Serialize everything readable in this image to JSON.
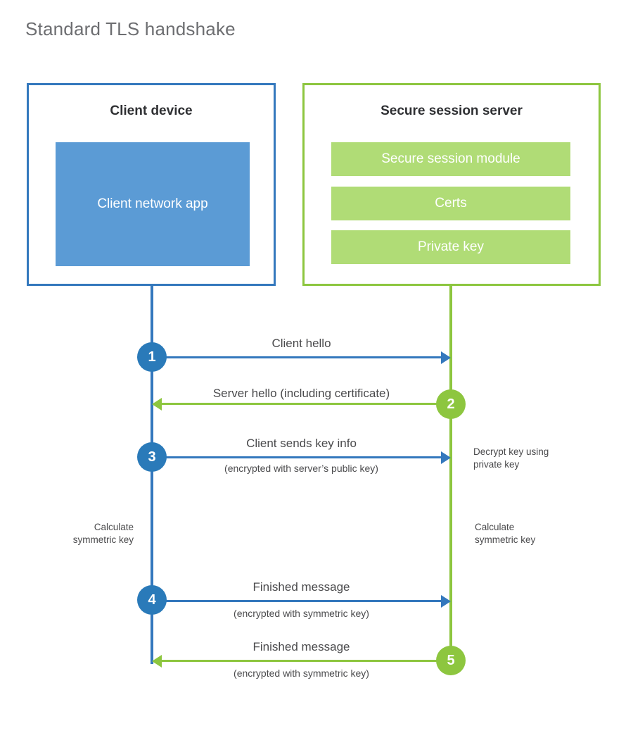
{
  "title": "Standard TLS handshake",
  "colors": {
    "client_accent": "#3478bd",
    "client_fill": "#5b9bd5",
    "client_circle": "#2a7ab9",
    "server_accent": "#8dc63f",
    "server_fill": "#b0dc76",
    "title_text": "#6d6e71",
    "body_text": "#4a4a4c",
    "background": "#ffffff"
  },
  "client": {
    "title": "Client device",
    "app_label": "Client network app"
  },
  "server": {
    "title": "Secure session server",
    "components": [
      "Secure session module",
      "Certs",
      "Private key"
    ]
  },
  "steps": [
    {
      "number": "1",
      "label": "Client hello",
      "sub": "",
      "direction": "client-to-server",
      "side": "client"
    },
    {
      "number": "2",
      "label": "Server hello (including certificate)",
      "sub": "",
      "direction": "server-to-client",
      "side": "server"
    },
    {
      "number": "3",
      "label": "Client sends key info",
      "sub": "(encrypted with server’s public key)",
      "direction": "client-to-server",
      "side": "client"
    },
    {
      "number": "4",
      "label": "Finished message",
      "sub": "(encrypted with symmetric key)",
      "direction": "client-to-server",
      "side": "client"
    },
    {
      "number": "5",
      "label": "Finished message",
      "sub": "(encrypted with symmetric key)",
      "direction": "server-to-client",
      "side": "server"
    }
  ],
  "notes": {
    "decrypt_key": "Decrypt key using\nprivate key",
    "decrypt_key_line1": "Decrypt key using",
    "decrypt_key_line2": "private key",
    "calc_client_line1": "Calculate",
    "calc_client_line2": "symmetric key",
    "calc_server_line1": "Calculate",
    "calc_server_line2": "symmetric key"
  }
}
